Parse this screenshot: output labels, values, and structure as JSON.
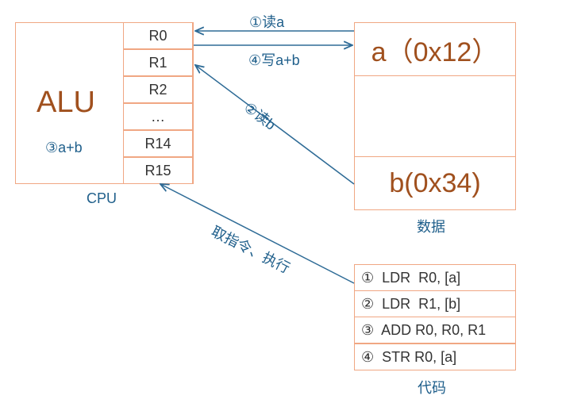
{
  "cpu": {
    "alu_label": "ALU",
    "alu_step": "③a+b",
    "caption": "CPU",
    "registers": [
      "R0",
      "R1",
      "R2",
      "…",
      "R14",
      "R15"
    ]
  },
  "memory": {
    "cell_a": "a（0x12）",
    "cell_b": "b(0x34)",
    "caption": "数据"
  },
  "code": {
    "lines": [
      "①  LDR  R0, [a]",
      "②  LDR  R1, [b]",
      "③  ADD R0, R0, R1",
      "④  STR R0, [a]"
    ],
    "caption": "代码"
  },
  "arrows": {
    "read_a": "①读a",
    "write_ab": "④写a+b",
    "read_b": "②读b",
    "fetch_exec": "取指令、执行"
  },
  "colors": {
    "box_border": "#f0a783",
    "arrow": "#2e6b96",
    "label_blue": "#1f5f8b",
    "alu_text": "#a0501e"
  }
}
